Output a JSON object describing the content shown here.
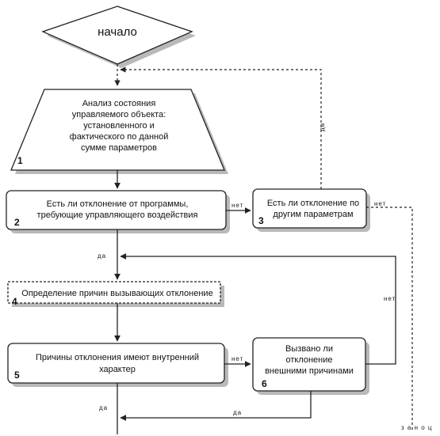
{
  "start": {
    "label": "начало"
  },
  "blocks": {
    "b1": {
      "lines": [
        "Анализ состояния",
        "управляемого объекта:",
        "установленного и",
        "фактического по данной",
        "сумме параметров"
      ],
      "number": "1"
    },
    "b2": {
      "lines": [
        "Есть ли отклонение от программы,",
        "требующие управляющего воздействия"
      ],
      "number": "2"
    },
    "b3": {
      "lines": [
        "Есть ли отклонение по",
        "другим параметрам"
      ],
      "number": "3"
    },
    "b4": {
      "lines": [
        "Определение причин вызывающих отклонение"
      ],
      "number": "4"
    },
    "b5": {
      "lines": [
        "Причины отклонения имеют внутренний",
        "характер"
      ],
      "number": "5"
    },
    "b6": {
      "lines": [
        "Вызвано ли",
        "отклонение",
        "внешними причинами"
      ],
      "number": "6"
    }
  },
  "edge_labels": {
    "b2_b3": "нет",
    "b3_loop": "да",
    "b3_right": "нет",
    "to_b4": "да",
    "b6_up": "нет",
    "b5_b6": "нет",
    "b6_back": "да",
    "b5_down": "да",
    "end": "з а н о ц"
  }
}
